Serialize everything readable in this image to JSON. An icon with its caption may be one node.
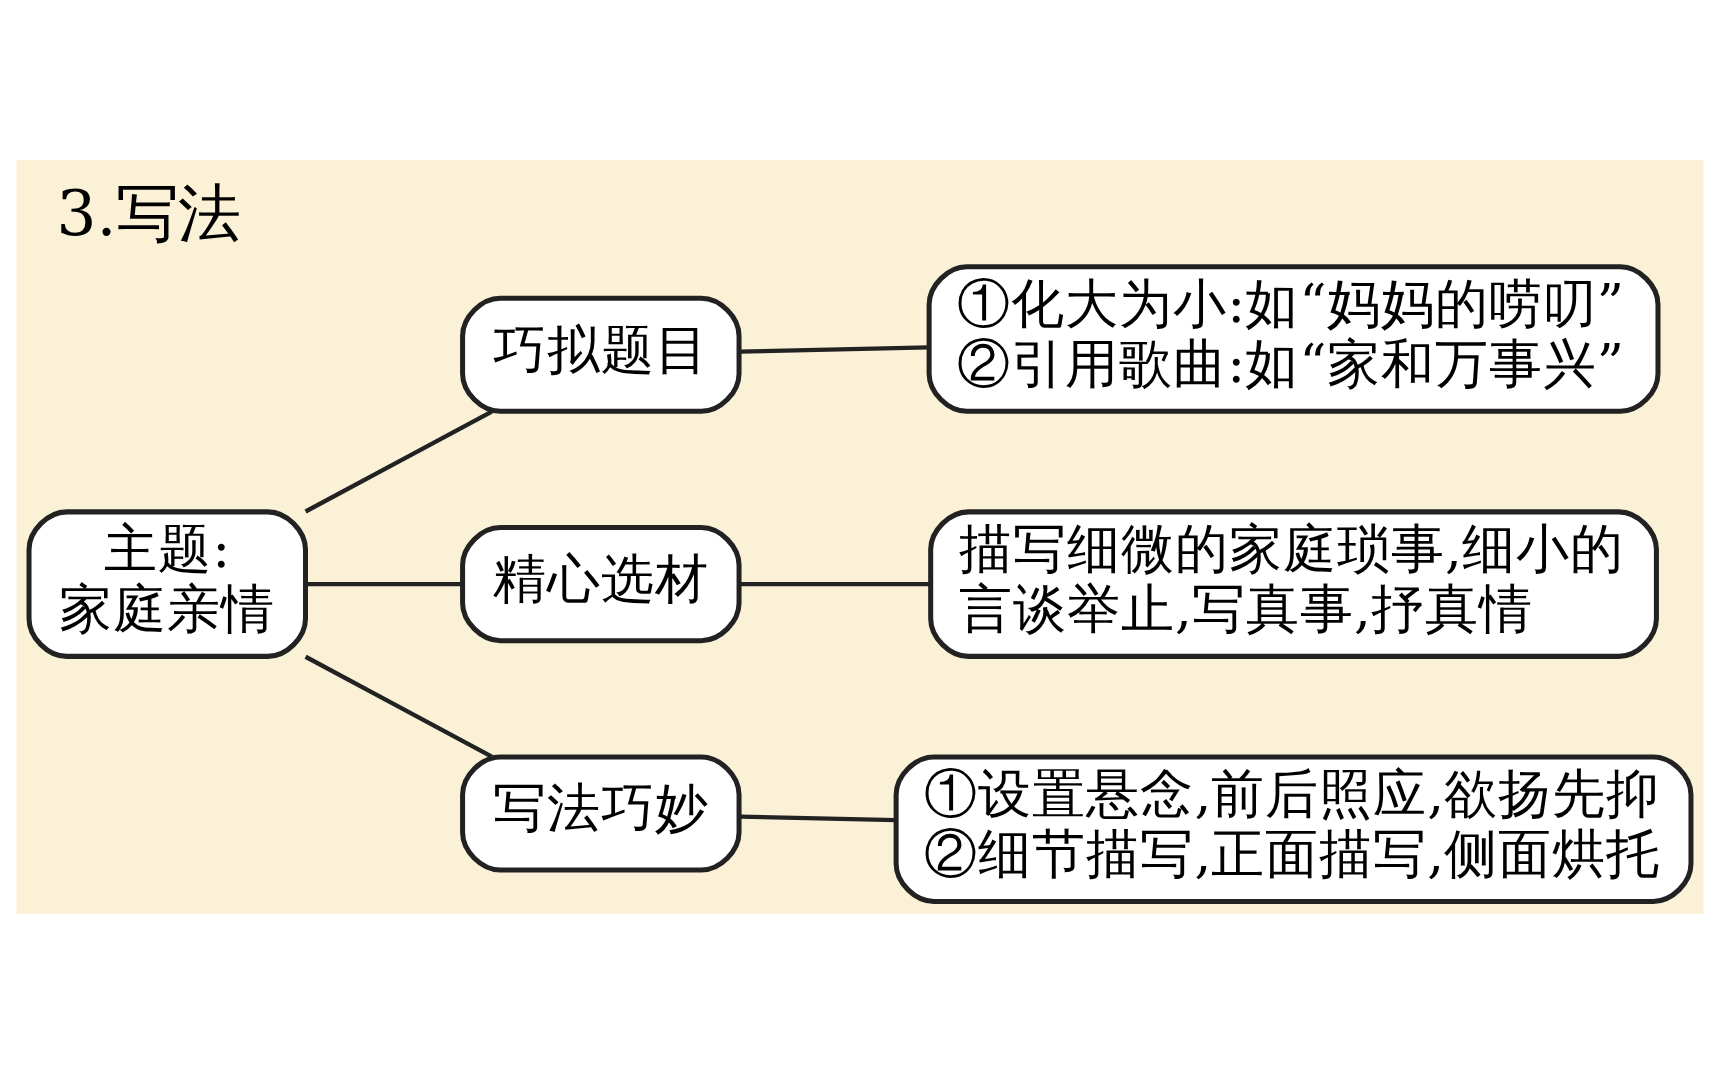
{
  "diagram": {
    "title": "3.写法",
    "nodes": [
      {
        "text": [
          "主题:家庭亲情"
        ]
      },
      {
        "text": [
          "巧拟题目"
        ]
      },
      {
        "text": [
          "①化大为小:如“妈妈的唠叨”",
          "②引用歌曲:如“家和万事兴”"
        ]
      },
      {
        "text": [
          "精心选材"
        ]
      },
      {
        "text": [
          "描写细微的家庭琐事,细小的言谈举止,写真事,抒真情"
        ]
      },
      {
        "text": [
          "写法巧妙"
        ]
      },
      {
        "text": [
          "①设置悬念,前后照应,欲扬先抑",
          "②细节描写,正面描写,侧面烘托"
        ]
      }
    ],
    "edges": [
      {
        "from": 0,
        "to": 1,
        "arrow": "none"
      },
      {
        "from": 1,
        "to": 2,
        "arrow": "none"
      },
      {
        "from": 0,
        "to": 3,
        "arrow": "none"
      },
      {
        "from": 3,
        "to": 4,
        "arrow": "none"
      },
      {
        "from": 0,
        "to": 5,
        "arrow": "none"
      },
      {
        "from": 5,
        "to": 6,
        "arrow": "none"
      }
    ]
  }
}
